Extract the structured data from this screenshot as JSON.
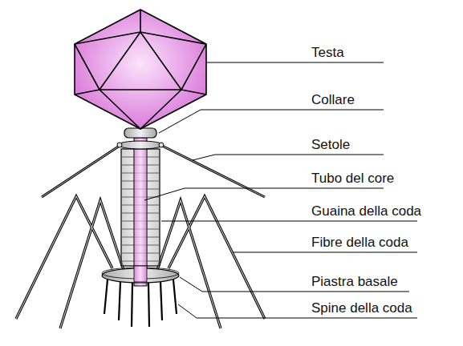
{
  "diagram": {
    "labels": [
      "Testa",
      "Collare",
      "Setole",
      "Tubo del core",
      "Guaina della coda",
      "Fibre della coda",
      "Piastra basale",
      "Spine della coda"
    ]
  }
}
